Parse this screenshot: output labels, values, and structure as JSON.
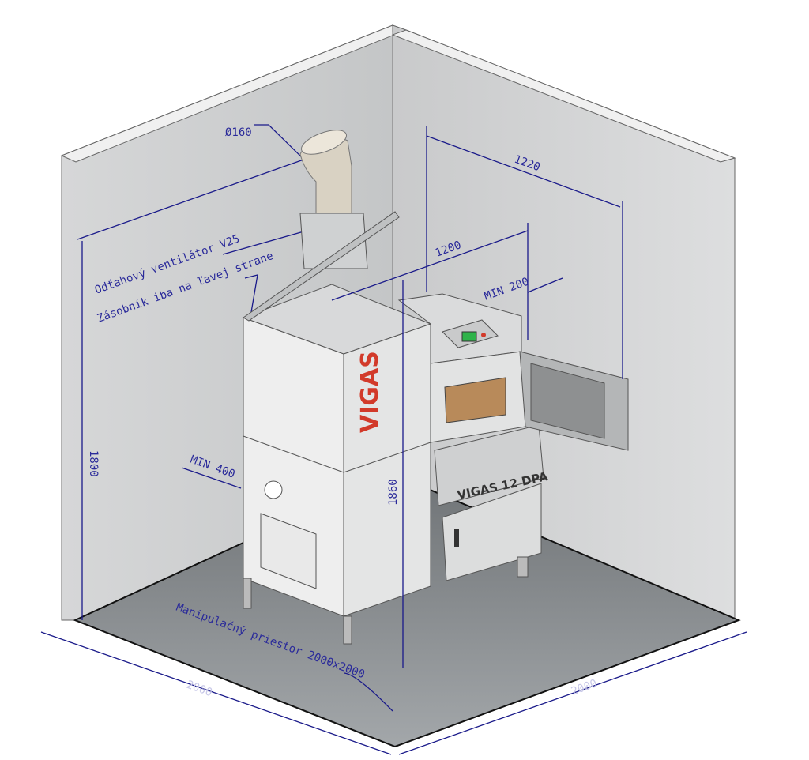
{
  "drawing": {
    "annotations": {
      "flue_diameter": "Ø160",
      "fan": "Odťahový ventilátor V25",
      "hopper_note": "Zásobník iba na ľavej strane",
      "workspace": "Manipulačný priestor 2000x2000"
    },
    "dimensions": {
      "wall_height": "1800",
      "boiler_height": "1860",
      "min_left": "MIN 400",
      "min_right": "MIN 200",
      "depth_1200": "1200",
      "depth_1220": "1220",
      "floor_left": "2000",
      "floor_right": "2000"
    },
    "labels": {
      "brand_logo": "VIGAS",
      "boiler_plate": "VIGAS 12 DPA"
    },
    "colors": {
      "dimension_line": "#1a1a8a",
      "wall": "#c9cbcc",
      "floor": "#7d8184",
      "logo_red": "#d23a2a",
      "display_green": "#2fb34a"
    }
  }
}
